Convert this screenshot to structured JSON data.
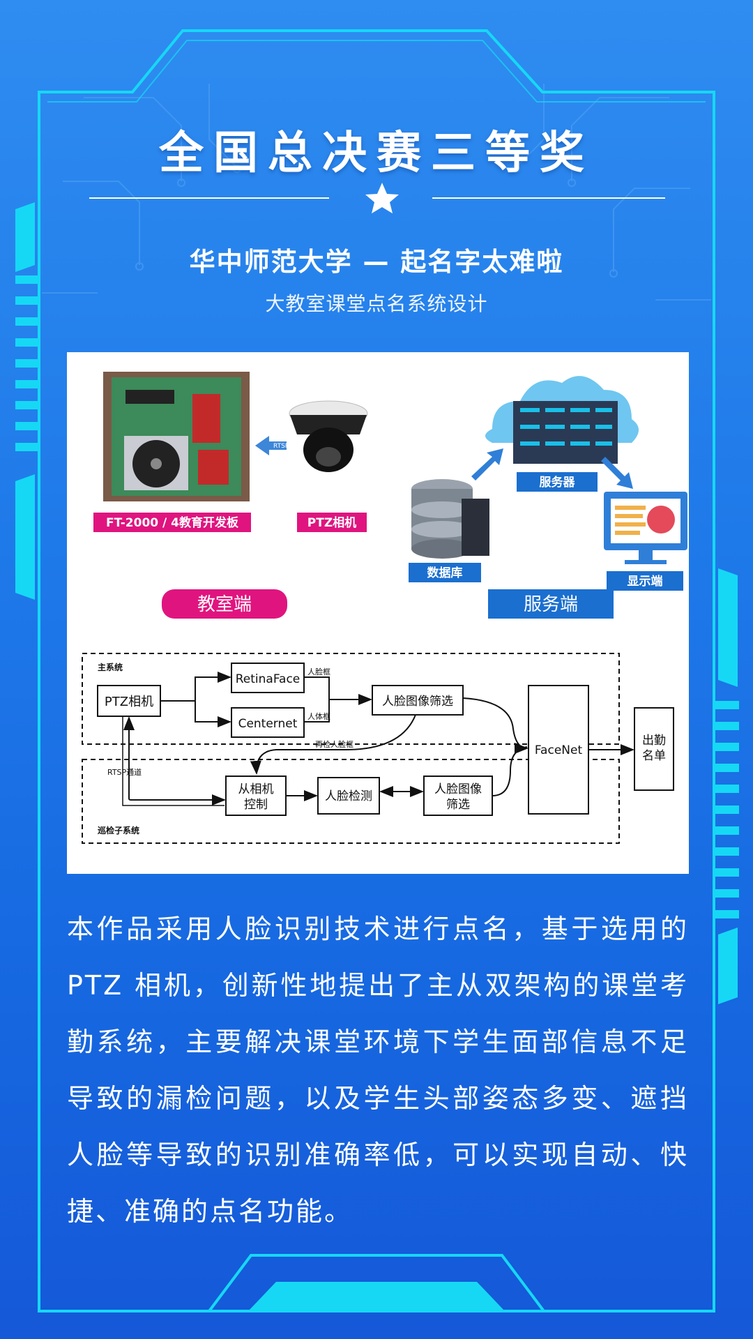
{
  "poster": {
    "title": "全国总决赛三等奖",
    "subtitle": "华中师范大学 — 起名字太难啦",
    "project": "大教室课堂点名系统设计",
    "description": "本作品采用人脸识别技术进行点名，基于选用的 PTZ 相机，创新性地提出了主从双架构的课堂考勤系统，主要解决课堂环境下学生面部信息不足导致的漏检问题，以及学生头部姿态多变、遮挡人脸等导致的识别准确率低，可以实现自动、快捷、准确的点名功能。"
  },
  "colors": {
    "frame": "#16d8f5",
    "board_label": "#e0147f",
    "server_label": "#1b6fcf",
    "classroom_button": "#e0147f",
    "server_button": "#1b6fcf"
  },
  "architecture": {
    "board_label": "FT-2000 / 4教育开发板",
    "camera_label": "PTZ相机",
    "rtsp": "RTSP",
    "server_label": "服务器",
    "database_label": "数据库",
    "display_label": "显示端",
    "classroom_end": "教室端",
    "server_end": "服务端"
  },
  "flow": {
    "main_system": "主系统",
    "patrol_system": "巡检子系统",
    "ptz": "PTZ相机",
    "retinaface": "RetinaFace",
    "centernet": "Centernet",
    "face_box": "人脸框",
    "body_box": "人体框",
    "face_filter": "人脸图像筛选",
    "recheck_box": "再检人脸框",
    "rtsp_channel": "RTSP通道",
    "slave_control_1": "从相机",
    "slave_control_2": "控制",
    "face_detect": "人脸检测",
    "face_filter2_1": "人脸图像",
    "face_filter2_2": "筛选",
    "facenet": "FaceNet",
    "attendance_1": "出勤",
    "attendance_2": "名单"
  }
}
